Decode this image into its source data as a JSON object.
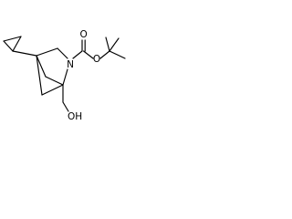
{
  "structure": {
    "atoms": {
      "oxygen_carbonyl": "O",
      "oxygen_ester": "O",
      "nitrogen": "N",
      "hydroxyl": "OH"
    }
  }
}
